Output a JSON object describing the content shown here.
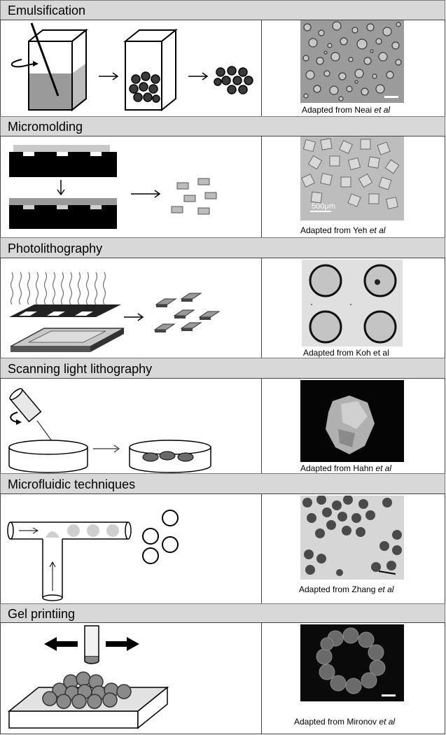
{
  "sections": [
    {
      "title": "Emulsification",
      "caption_prefix": "Adapted from Neai ",
      "caption_suffix": "et al"
    },
    {
      "title": "Micromolding",
      "caption_prefix": "Adapted from Yeh ",
      "caption_suffix": "et al",
      "scale_label": "500μm"
    },
    {
      "title": "Photolithography",
      "caption_prefix": "Adapted from Koh et al",
      "caption_suffix": ""
    },
    {
      "title": "Scanning light lithography",
      "caption_prefix": "Adapted from Hahn ",
      "caption_suffix": "et al"
    },
    {
      "title": "Microfluidic techniques",
      "caption_prefix": "Adapted from Zhang ",
      "caption_suffix": "et al"
    },
    {
      "title": "Gel printiing",
      "caption_prefix": "Adapted from Mironov ",
      "caption_suffix": "et al"
    }
  ]
}
